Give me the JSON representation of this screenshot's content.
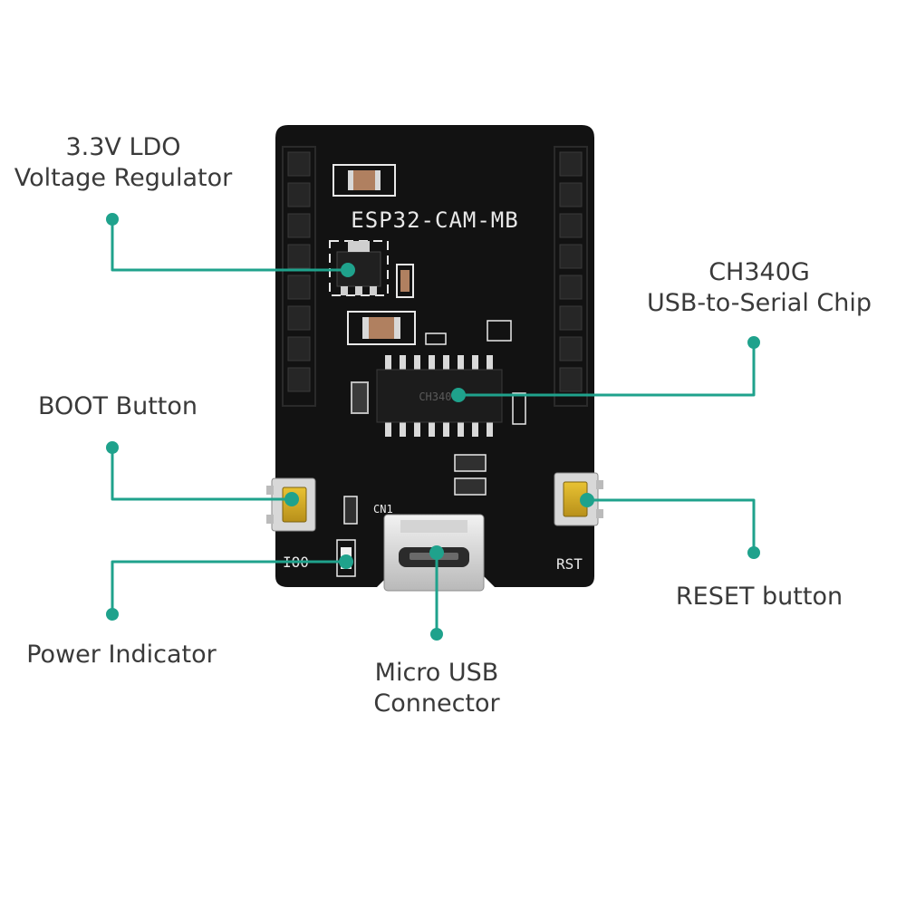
{
  "colors": {
    "accent": "#1fa28c",
    "pcb": "#121212",
    "silkscreen": "#e9e9e9",
    "text": "#3a3a3a"
  },
  "board": {
    "name": "ESP32-CAM-MB",
    "markings": {
      "cn1": "CN1",
      "io0": "IO0",
      "rst": "RST",
      "chip": "CH340G"
    }
  },
  "callouts": {
    "ldo": {
      "line1": "3.3V LDO",
      "line2": "Voltage Regulator"
    },
    "ch340": {
      "line1": "CH340G",
      "line2": "USB-to-Serial Chip"
    },
    "boot": {
      "line1": "BOOT Button"
    },
    "power": {
      "line1": "Power Indicator"
    },
    "reset": {
      "line1": "RESET button"
    },
    "usb": {
      "line1": "Micro USB",
      "line2": "Connector"
    }
  }
}
